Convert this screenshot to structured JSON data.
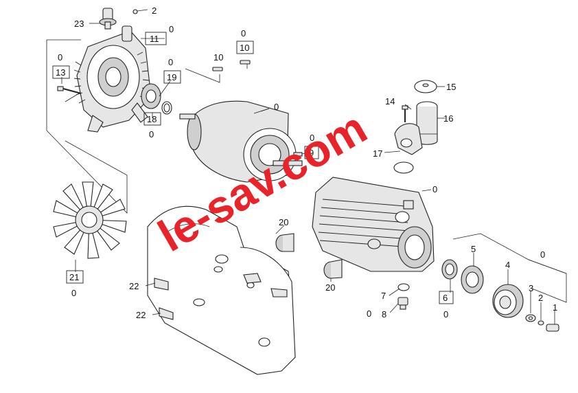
{
  "labels": {
    "l23": "23",
    "l2a": "2",
    "l0a": "0",
    "l11": "11",
    "l0b": "0",
    "l13": "13",
    "l0c": "0",
    "l19": "19",
    "l18": "18",
    "l0d": "0",
    "l10a": "10",
    "l0e": "0",
    "l10b": "10",
    "l0f": "0",
    "l14": "14",
    "l15": "15",
    "l16": "16",
    "l0g": "0",
    "l9": "9",
    "l17": "17",
    "l0h": "0",
    "l20a": "20",
    "l20b": "20",
    "l21": "21",
    "l0i": "0",
    "l22a": "22",
    "l22b": "22",
    "l0j": "0",
    "l5": "5",
    "l4": "4",
    "l3": "3",
    "l2b": "2",
    "l1": "1",
    "l7": "7",
    "l6": "6",
    "l0k": "0",
    "l0l": "0",
    "l8": "8"
  },
  "watermark": "le-sav.com"
}
